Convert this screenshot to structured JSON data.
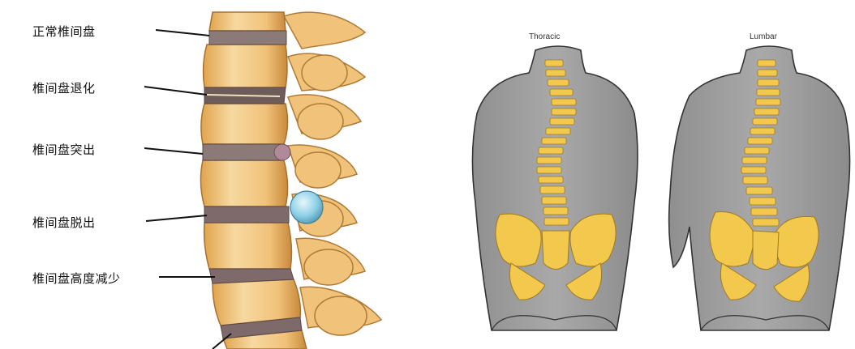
{
  "left_panel": {
    "labels": [
      {
        "id": "normal",
        "text": "正常椎间盘"
      },
      {
        "id": "degeneration",
        "text": "椎间盘退化"
      },
      {
        "id": "protrusion",
        "text": "椎间盘突出"
      },
      {
        "id": "prolapse",
        "text": "椎间盘脱出"
      },
      {
        "id": "height-reduction",
        "text": "椎间盘高度减少"
      }
    ]
  },
  "right_panel": {
    "figures": [
      {
        "caption": "Thoracic"
      },
      {
        "caption": "Lumbar"
      }
    ]
  },
  "colors": {
    "bone": "#f0c27a",
    "bone_shadow": "#c98a3c",
    "disc": "#7e6a6a",
    "body_gray": "#9a9a9a",
    "body_outline": "#333333",
    "spine_yellow": "#f2c94c",
    "herniation_blue": "#8ed0e6"
  }
}
